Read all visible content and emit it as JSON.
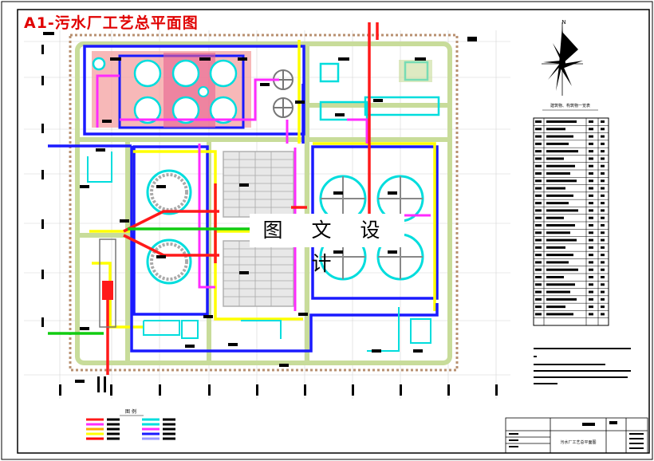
{
  "drawing": {
    "title": "A1-污水厂工艺总平面图",
    "watermark": "图 文 设 计",
    "north_label": "N",
    "table_caption": "建筑物、构筑物一览表",
    "legend_title": "图 例",
    "titleblock_name": "污水厂工艺总平面图",
    "colors": {
      "frame": "#000000",
      "title": "#e00000",
      "road": "#c8dc9a",
      "site_boundary": "#b89070",
      "blue_pipe": "#1a1aff",
      "yellow_pipe": "#ffff00",
      "magenta_pipe": "#ff2bff",
      "red_pipe": "#ff1a1a",
      "green_pipe": "#11cc11",
      "cyan_outline": "#00dddd",
      "pink_fill": "#f4a0a0",
      "grid": "#d0d0d0"
    },
    "legend": {
      "left_colors": [
        "#ff1a1a",
        "#ff2bff",
        "#ffaa00",
        "#ffff00",
        "#ff0000"
      ],
      "right_colors": [
        "#00dddd",
        "#00dddd",
        "#ff2bff",
        "#1a1aff",
        "#9999ff"
      ]
    }
  }
}
